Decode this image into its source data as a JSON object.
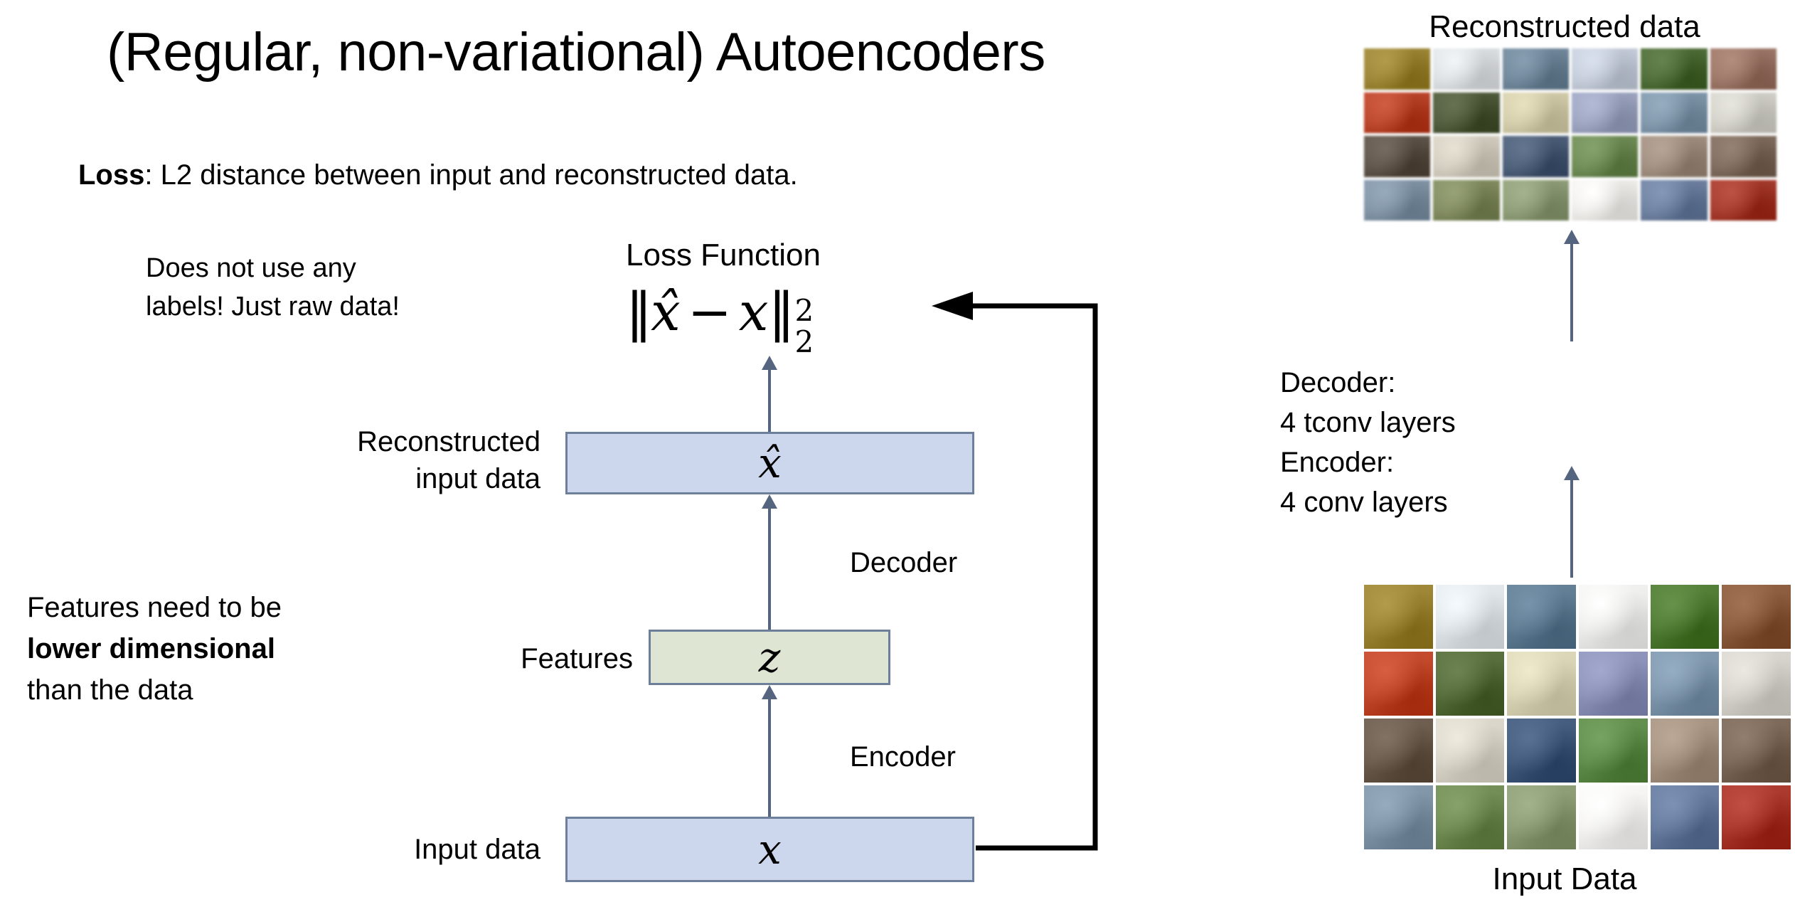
{
  "slide": {
    "title": "(Regular, non-variational) Autoencoders",
    "background": "#ffffff"
  },
  "bullets": {
    "loss_label": "Loss",
    "loss_rest": ": L2 distance between input and reconstructed data."
  },
  "notes": {
    "no_labels_line1": "Does not use any",
    "no_labels_line2": "labels! Just raw data!",
    "lower_dim_line1": "Features need to be",
    "lower_dim_bold": "lower dimensional",
    "lower_dim_line3": "than the data"
  },
  "loss_function": {
    "heading": "Loss Function",
    "lhs_norm_open": "‖",
    "xhat": "x̂",
    "minus": "−",
    "x": "x",
    "rhs_norm_close": "‖",
    "superscript": "2",
    "subscript": "2",
    "full_text": "||x̂ − x||²₂"
  },
  "diagram": {
    "boxes": [
      {
        "name": "reconstructed",
        "symbol": "x̂",
        "fill": "#ccd7ee",
        "border": "#6d7f9b"
      },
      {
        "name": "features",
        "symbol": "z",
        "fill": "#dee5d3",
        "border": "#6d7f9b"
      },
      {
        "name": "input",
        "symbol": "x",
        "fill": "#ccd7ee",
        "border": "#6d7f9b"
      }
    ],
    "labels": {
      "reconstructed_line1": "Reconstructed",
      "reconstructed_line2": "input data",
      "features": "Features",
      "input_data": "Input data",
      "decoder": "Decoder",
      "encoder": "Encoder"
    },
    "arrow_color": "#55657f",
    "feedback_arrow_color": "#000000"
  },
  "right_panel": {
    "reconstructed_caption": "Reconstructed data",
    "input_caption": "Input Data",
    "side_notes": {
      "decoder_title": "Decoder:",
      "decoder_detail": "4 tconv layers",
      "encoder_title": "Encoder:",
      "encoder_detail": "4 conv layers"
    },
    "reconstructed_grid": {
      "rows": 4,
      "cols": 6,
      "cells": [
        "#9a8434",
        "#d9dde0",
        "#6f8699",
        "#c2c9d6",
        "#4c6b36",
        "#9a7465",
        "#b8442a",
        "#4e5a3a",
        "#cfc9a8",
        "#9aa2bd",
        "#7e95a8",
        "#cfcec6",
        "#5e5348",
        "#cfcabc",
        "#4c5e77",
        "#6d8a55",
        "#9e8d7e",
        "#7e6a5c",
        "#7f92a4",
        "#7f8a5e",
        "#8c9b76",
        "#eceae6",
        "#6d7f9e",
        "#a33a2c"
      ]
    },
    "input_grid": {
      "rows": 4,
      "cols": 6,
      "cells": [
        "#9a8434",
        "#dde2e6",
        "#5f7b92",
        "#ebebe9",
        "#4e7a32",
        "#8a5a3c",
        "#c0462a",
        "#556b3a",
        "#d8d2b4",
        "#8a90b6",
        "#7d95ab",
        "#d2d0c8",
        "#6a5a4c",
        "#d6d2c6",
        "#41597a",
        "#5e8a4a",
        "#a3907f",
        "#7a6656",
        "#7e93a6",
        "#6f8a52",
        "#8a9a72",
        "#f2f1ef",
        "#64799c",
        "#a8362a"
      ]
    }
  }
}
